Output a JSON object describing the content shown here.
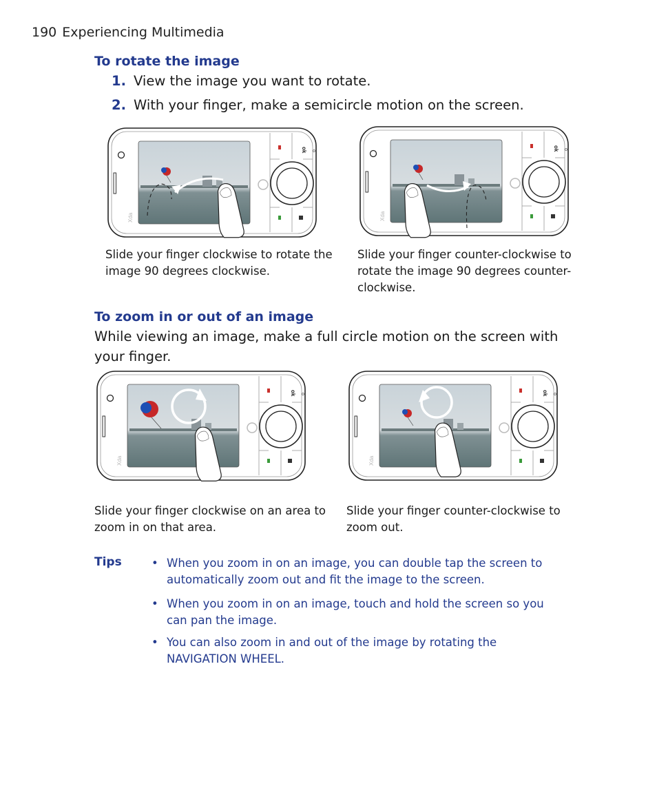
{
  "header": {
    "page_number": "190",
    "section": "Experiencing Multimedia"
  },
  "rotate": {
    "heading": "To rotate the image",
    "steps": [
      {
        "num": "1.",
        "text": "View the image you want to rotate."
      },
      {
        "num": "2.",
        "text": "With your finger, make a semicircle motion on the screen."
      }
    ],
    "captions": [
      "Slide your finger clockwise to rotate the image 90 degrees clockwise.",
      "Slide your finger counter-clockwise to rotate the image 90 degrees counter-clockwise."
    ]
  },
  "zoom": {
    "heading": "To zoom in or out of an image",
    "intro": "While viewing an image, make a full circle motion on the screen with your finger.",
    "captions": [
      "Slide your finger clockwise on an area to zoom in on that area.",
      "Slide your finger counter-clockwise to zoom out."
    ]
  },
  "device": {
    "brand": "Xda",
    "ok_label": "ok"
  },
  "tips": {
    "label": "Tips",
    "bullet": "•",
    "items": [
      "When you zoom in on an image, you can double tap the screen to automatically zoom out and fit the image to the screen.",
      "When you zoom in on an image, touch and hold the screen so you can pan the image.",
      "You can also zoom in and out of the image by rotating the NAVIGATION WHEEL."
    ]
  },
  "colors": {
    "heading": "#233a8e",
    "tip_text": "#233a8e",
    "body_text": "#1a1a1a"
  }
}
